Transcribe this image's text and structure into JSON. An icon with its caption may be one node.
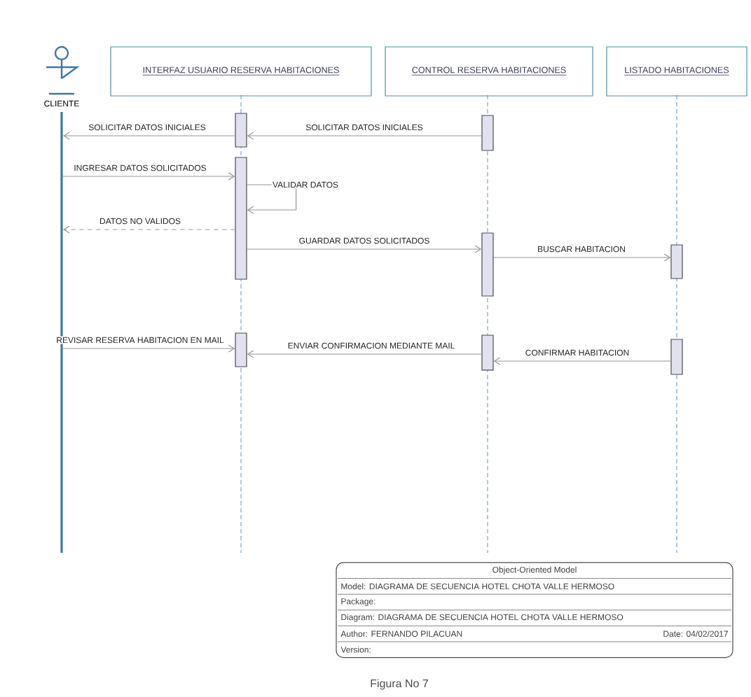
{
  "diagram": {
    "caption": "Figura No 7",
    "nodes": [
      {
        "text": [
          "CLIENTE"
        ]
      },
      {
        "text": [
          "INTERFAZ USUARIO RESERVA HABITACIONES"
        ]
      },
      {
        "text": [
          "CONTROL RESERVA HABITACIONES"
        ]
      },
      {
        "text": [
          "LISTADO HABITACIONES"
        ]
      },
      {
        "text": [],
        "shape": "bar"
      },
      {
        "text": [],
        "shape": "bar"
      },
      {
        "text": [],
        "shape": "bar"
      },
      {
        "text": [],
        "shape": "bar"
      },
      {
        "text": [],
        "shape": "bar"
      },
      {
        "text": [],
        "shape": "bar"
      },
      {
        "text": [],
        "shape": "bar"
      },
      {
        "text": [],
        "shape": "bar"
      },
      {
        "text": [],
        "shape": "bar"
      }
    ],
    "edges": [
      {
        "from": 6,
        "to": 5,
        "arrow": "to",
        "label": "SOLICITAR DATOS INICIALES"
      },
      {
        "from": 5,
        "to": 4,
        "arrow": "to",
        "label": "SOLICITAR DATOS INICIALES"
      },
      {
        "from": 4,
        "to": 7,
        "arrow": "to",
        "label": "INGRESAR DATOS SOLICITADOS"
      },
      {
        "from": 7,
        "to": 7,
        "arrow": "to",
        "label": "VALIDAR DATOS"
      },
      {
        "from": 7,
        "to": 4,
        "arrow": "to",
        "label": "DATOS NO VALIDOS",
        "style": "dashed"
      },
      {
        "from": 7,
        "to": 8,
        "arrow": "to",
        "label": "GUARDAR DATOS SOLICITADOS"
      },
      {
        "from": 8,
        "to": 9,
        "arrow": "to",
        "label": "BUSCAR HABITACION"
      },
      {
        "from": 4,
        "to": 10,
        "arrow": "to",
        "label": "REVISAR RESERVA HABITACION EN MAIL"
      },
      {
        "from": 11,
        "to": 10,
        "arrow": "to",
        "label": "ENVIAR CONFIRMACION MEDIANTE MAIL"
      },
      {
        "from": 12,
        "to": 11,
        "arrow": "to",
        "label": "CONFIRMAR HABITACION"
      }
    ],
    "labels": [
      "Object-Oriented Model",
      "Model: DIAGRAMA DE SECUENCIA HOTEL CHOTA VALLE HERMOSO",
      "Package:",
      "Diagram: DIAGRAMA DE SECUENCIA HOTEL CHOTA VALLE HERMOSO",
      "Author: FERNANDO PILACUAN",
      "Date: 04/02/2017",
      "Version:"
    ]
  }
}
